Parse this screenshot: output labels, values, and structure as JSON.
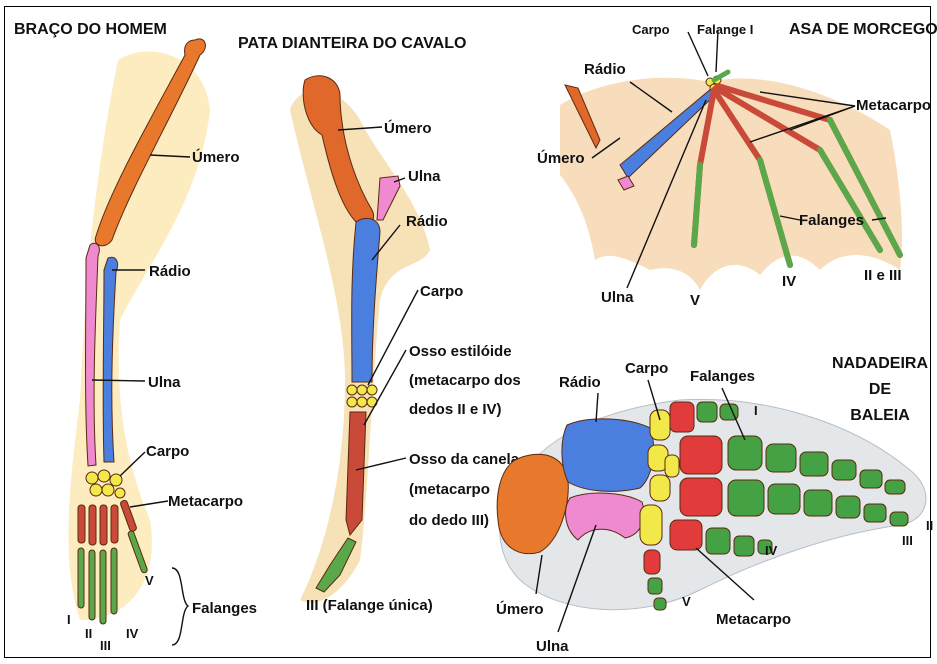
{
  "titles": {
    "human": "BRAÇO DO HOMEM",
    "horse": "PATA DIANTEIRA DO CAVALO",
    "bat": "ASA DE MORCEGO",
    "whale_line1": "NADADEIRA",
    "whale_line2": "DE",
    "whale_line3": "BALEIA"
  },
  "human": {
    "umero": "Úmero",
    "radio": "Rádio",
    "ulna": "Ulna",
    "carpo": "Carpo",
    "metacarpo": "Metacarpo",
    "falanges": "Falanges",
    "digits": [
      "I",
      "II",
      "III",
      "IV",
      "V"
    ]
  },
  "horse": {
    "umero": "Úmero",
    "ulna": "Ulna",
    "radio": "Rádio",
    "carpo": "Carpo",
    "estiloide_1": "Osso estilóide",
    "estiloide_2": "(metacarpo dos",
    "estiloide_3": "dedos II e IV)",
    "canela_1": "Osso da canela",
    "canela_2": "(metacarpo",
    "canela_3": "do dedo III)",
    "falange_unica": "III (Falange única)"
  },
  "bat": {
    "carpo": "Carpo",
    "falange1": "Falange I",
    "radio": "Rádio",
    "metacarpo": "Metacarpo",
    "umero": "Úmero",
    "falanges": "Falanges",
    "ulna": "Ulna",
    "v": "V",
    "iv": "IV",
    "iieiii": "II e III"
  },
  "whale": {
    "radio": "Rádio",
    "carpo": "Carpo",
    "falanges": "Falanges",
    "umero": "Úmero",
    "ulna": "Ulna",
    "metacarpo": "Metacarpo",
    "i": "I",
    "ii": "II",
    "iii": "III",
    "iv": "IV",
    "v": "V"
  }
}
